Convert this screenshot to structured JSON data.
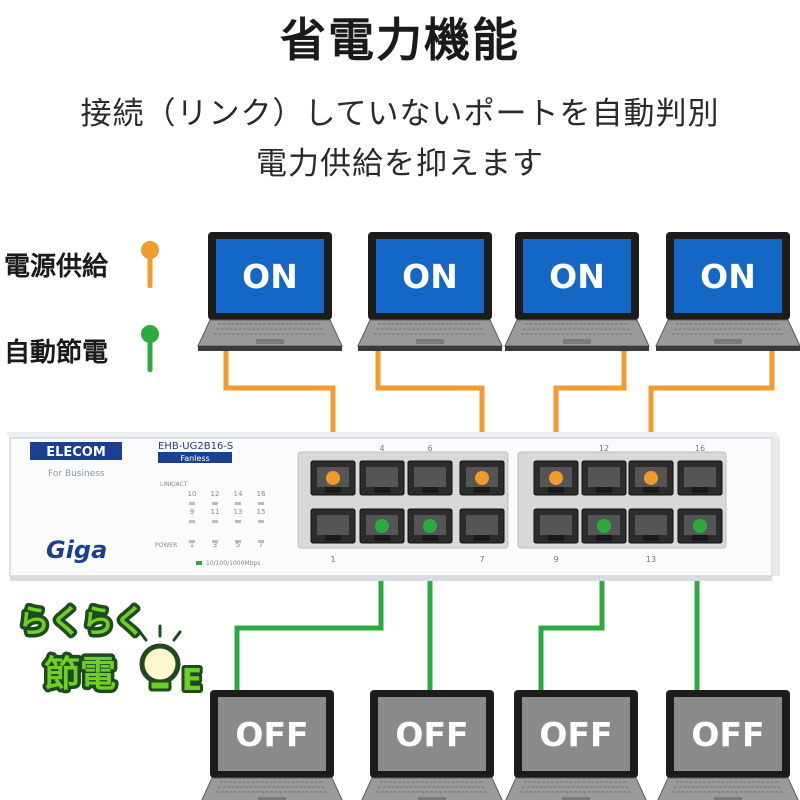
{
  "title": "省電力機能",
  "subtitle_line1": "接続（リンク）していないポートを自動判別",
  "subtitle_line2": "電力供給を抑えます",
  "legend": {
    "power_supply": "電源供給",
    "auto_save": "自動節電"
  },
  "laptops_top": [
    {
      "label": "ON"
    },
    {
      "label": "ON"
    },
    {
      "label": "ON"
    },
    {
      "label": "ON"
    }
  ],
  "laptops_bottom": [
    {
      "label": "OFF"
    },
    {
      "label": "OFF"
    },
    {
      "label": "OFF"
    },
    {
      "label": "OFF"
    }
  ],
  "switch": {
    "brand": "ELECOM",
    "model": "EHB-UG2B16-S",
    "fanless": "Fanless",
    "for_business": "For Business",
    "giga": "Giga",
    "link_act": "LINK/ACT",
    "power": "POWER",
    "speed": "10/100/1000Mbps",
    "led_numbers_row1": [
      "10",
      "12",
      "14",
      "16"
    ],
    "led_numbers_row2": [
      "9",
      "11",
      "13",
      "15"
    ],
    "led_numbers_row3": [
      "1",
      "3",
      "5",
      "7"
    ],
    "port_labels_top": [
      "4",
      "6",
      "12",
      "16"
    ],
    "port_labels_bottom": [
      "1",
      "7",
      "9",
      "13"
    ]
  },
  "badge": {
    "line1": "らくらく",
    "line2": "節電",
    "letter": "E"
  },
  "colors": {
    "on_cable": "#f29a2e",
    "off_cable": "#2bab3c",
    "screen_on": "#1467c4",
    "screen_off": "#8a8a8a",
    "badge_green": "#6fcf24"
  }
}
